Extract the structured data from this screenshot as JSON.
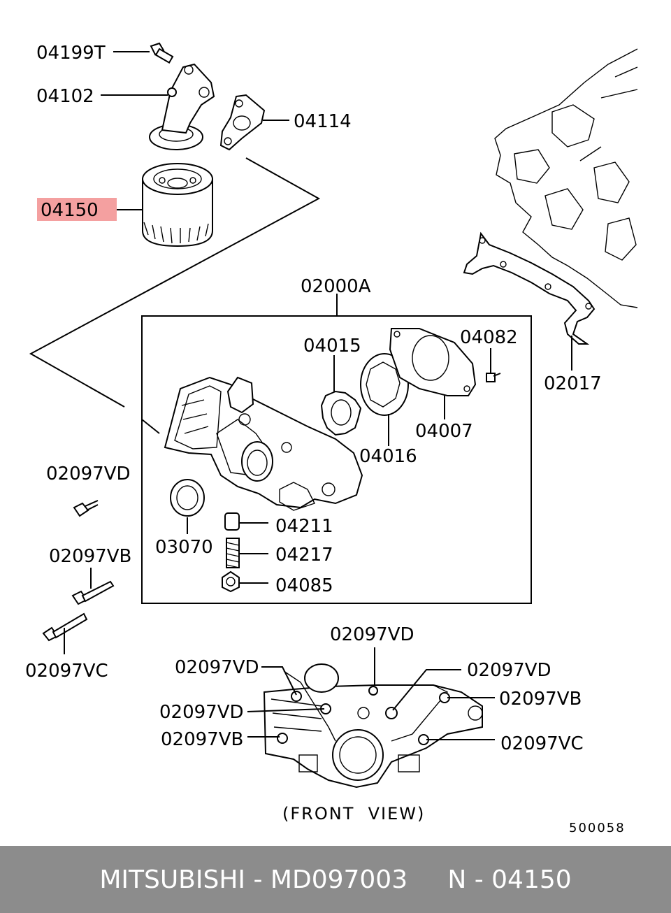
{
  "labels": {
    "l04199T": "04199T",
    "l04102": "04102",
    "l04114": "04114",
    "l04150": "04150",
    "l02000A": "02000A",
    "l04015": "04015",
    "l04082": "04082",
    "l02017": "02017",
    "l04016": "04016",
    "l04007": "04007",
    "l02097VD_a": "02097VD",
    "l03070": "03070",
    "l04211": "04211",
    "l04217": "04217",
    "l04085": "04085",
    "l02097VB_a": "02097VB",
    "l02097VC_a": "02097VC",
    "l02097VD_b": "02097VD",
    "l02097VD_c": "02097VD",
    "l02097VD_d": "02097VD",
    "l02097VB_b": "02097VB",
    "l02097VD_e": "02097VD",
    "l02097VB_c": "02097VB",
    "l02097VC_b": "02097VC"
  },
  "front_view_caption": "(FRONT  VIEW)",
  "diagram_code": "500058",
  "highlight_color": "#f4a0a0",
  "footer": {
    "text": "MITSUBISHI - MD097003     N - 04150"
  }
}
